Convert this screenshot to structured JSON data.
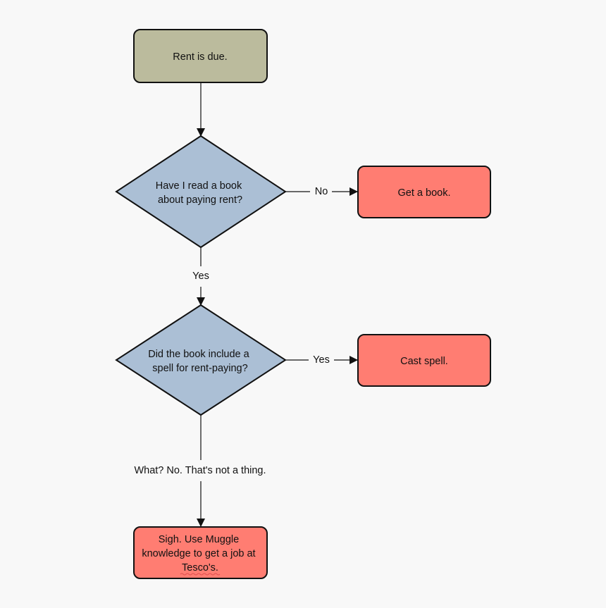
{
  "colors": {
    "start": "#bbbb9d",
    "decision": "#abbfd5",
    "action": "#ff7d72",
    "background": "#f8f8f8",
    "line": "#111111"
  },
  "nodes": {
    "rent_due": {
      "shape": "rounded-rect",
      "lines": [
        "Rent is due."
      ]
    },
    "read_book": {
      "shape": "diamond",
      "lines": [
        "Have I read a book",
        "about paying rent?"
      ]
    },
    "get_book": {
      "shape": "rounded-rect",
      "lines": [
        "Get a book."
      ]
    },
    "spell": {
      "shape": "diamond",
      "lines": [
        "Did the book include a",
        "spell for rent-paying?"
      ]
    },
    "cast_spell": {
      "shape": "rounded-rect",
      "lines": [
        "Cast spell."
      ]
    },
    "muggle": {
      "shape": "rounded-rect",
      "lines": [
        "Sigh. Use Muggle",
        "knowledge to get a job at",
        "Tesco's."
      ]
    }
  },
  "edges": {
    "rent_to_read": {
      "from": "rent_due",
      "to": "read_book",
      "label": ""
    },
    "read_no": {
      "from": "read_book",
      "to": "get_book",
      "label": "No"
    },
    "read_yes": {
      "from": "read_book",
      "to": "spell",
      "label": "Yes"
    },
    "spell_yes": {
      "from": "spell",
      "to": "cast_spell",
      "label": "Yes"
    },
    "spell_no": {
      "from": "spell",
      "to": "muggle",
      "label": "What? No. That's not a thing."
    }
  }
}
